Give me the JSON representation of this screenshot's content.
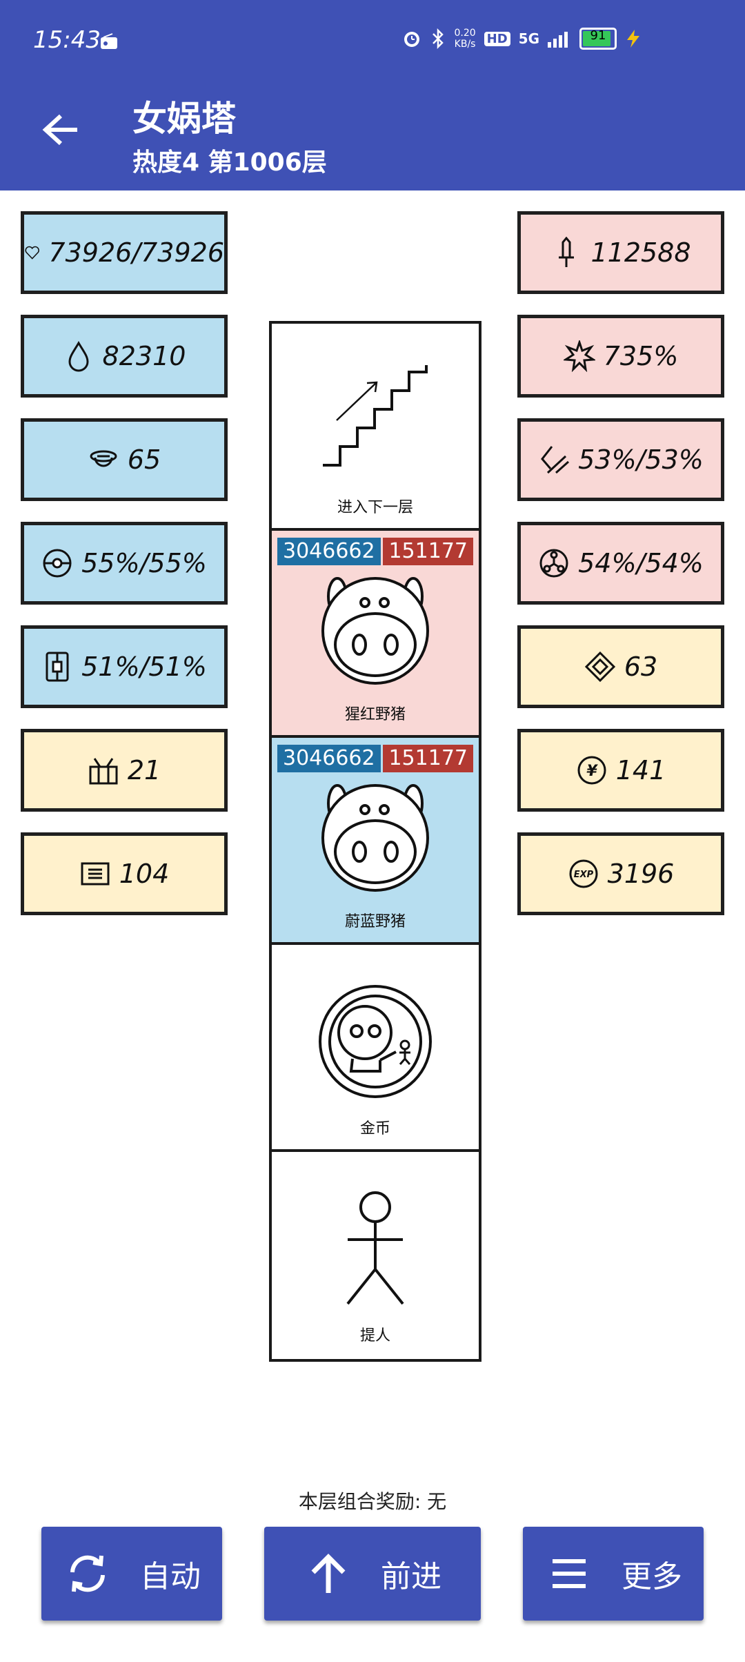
{
  "status_bar": {
    "time": "15:43",
    "net_speed_value": "0.20",
    "net_speed_unit": "KB/s",
    "hd": "HD",
    "network": "5G",
    "battery": "91"
  },
  "header": {
    "title": "女娲塔",
    "subtitle": "热度4 第1006层"
  },
  "left_stats": [
    {
      "icon": "heart-icon",
      "value": "73926/73926"
    },
    {
      "icon": "water-drop-icon",
      "value": "82310"
    },
    {
      "icon": "helmet-icon",
      "value": "65"
    },
    {
      "icon": "orb-icon",
      "value": "55%/55%"
    },
    {
      "icon": "shield-icon",
      "value": "51%/51%"
    },
    {
      "icon": "basket-icon",
      "value": "21"
    },
    {
      "icon": "scroll-icon",
      "value": "104"
    }
  ],
  "right_stats": [
    {
      "icon": "sword-icon",
      "value": "112588"
    },
    {
      "icon": "burst-icon",
      "value": "735%"
    },
    {
      "icon": "strike-icon",
      "value": "53%/53%"
    },
    {
      "icon": "triad-icon",
      "value": "54%/54%"
    },
    {
      "icon": "diamond-icon",
      "value": "63"
    },
    {
      "icon": "yen-coin-icon",
      "value": "141"
    },
    {
      "icon": "exp-icon",
      "value": "3196"
    }
  ],
  "tower": [
    {
      "type": "stairs",
      "label": "进入下一层"
    },
    {
      "type": "monster",
      "label": "猩红野猪",
      "hp": "3046662",
      "atk": "151177",
      "bg": "#f9d8d6"
    },
    {
      "type": "monster",
      "label": "蔚蓝野猪",
      "hp": "3046662",
      "atk": "151177",
      "bg": "#b7def0"
    },
    {
      "type": "coin",
      "label": "金币"
    },
    {
      "type": "person",
      "label": "提人"
    }
  ],
  "reward_text": "本层组合奖励:  无",
  "buttons": {
    "auto": "自动",
    "forward": "前进",
    "more": "更多"
  }
}
